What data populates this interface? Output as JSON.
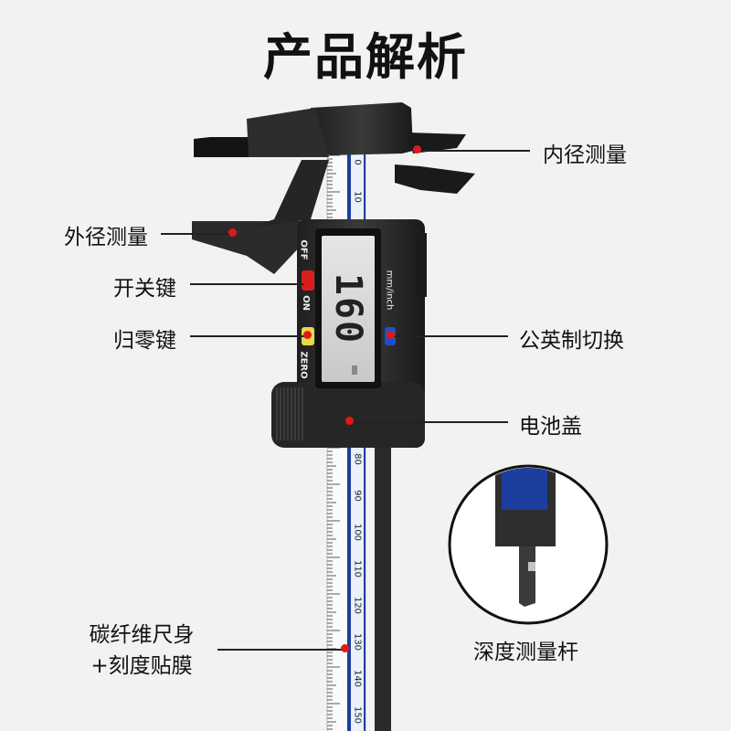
{
  "title": "产品解析",
  "labels": {
    "inner": "内径测量",
    "outer": "外径测量",
    "power": "开关键",
    "zero": "归零键",
    "unit": "公英制切换",
    "battery": "电池盖",
    "body_line1": "碳纤维尺身",
    "body_line2": "+刻度贴膜",
    "depth": "深度测量杆"
  },
  "caliper": {
    "display_reading": "160",
    "btn_off": "OFF",
    "btn_on": "ON",
    "btn_zero": "ZERO",
    "unit_label": "mm/inch",
    "scale_top": [
      "0",
      "10"
    ],
    "scale_bottom": [
      "80",
      "90",
      "100",
      "110",
      "120",
      "130",
      "140",
      "150"
    ]
  },
  "colors": {
    "background": "#f2f2f2",
    "body_dark": "#2b2b2b",
    "scale_blue": "#1c3f9e",
    "button_red": "#d61f1f",
    "button_yellow": "#e8d84a",
    "button_blue": "#1d50c8",
    "dot_red": "#e21818"
  }
}
